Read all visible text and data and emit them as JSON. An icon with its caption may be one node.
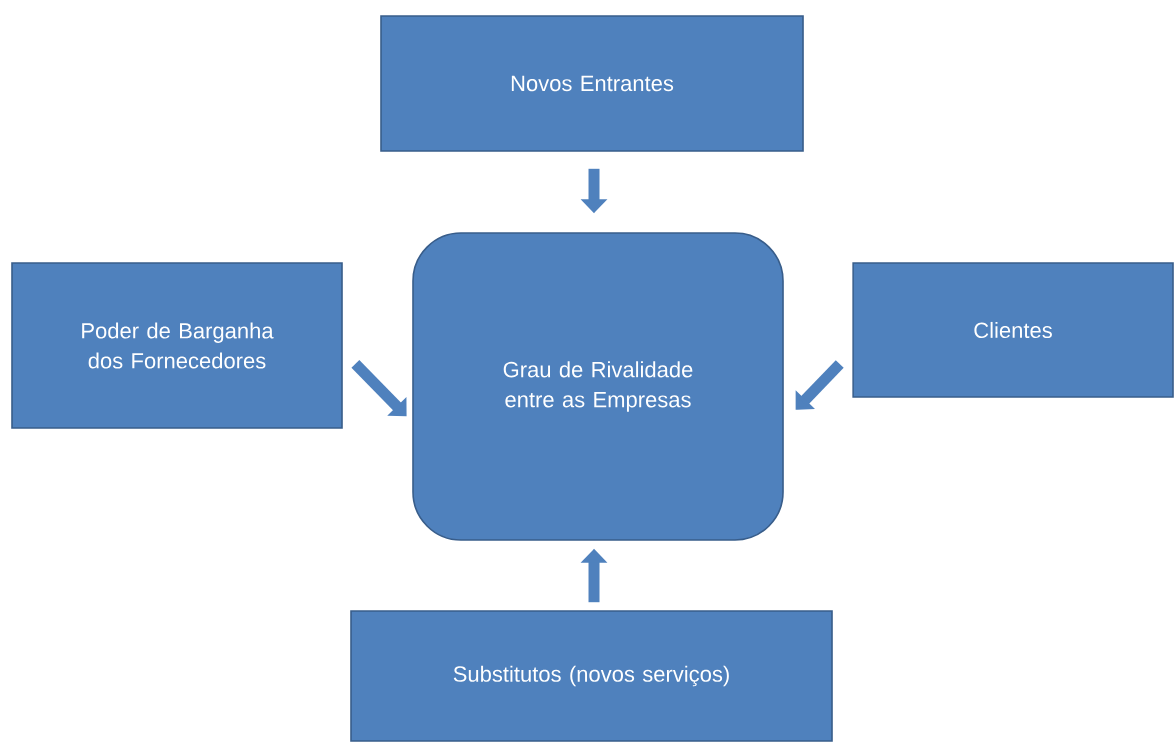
{
  "diagram": {
    "nodes": [
      {
        "text": [
          "Novos Entrantes"
        ]
      },
      {
        "text": [
          "Poder de Barganha dos Fornecedores"
        ]
      },
      {
        "text": [
          "Grau de Rivalidade entre as Empresas"
        ]
      },
      {
        "text": [
          "Clientes"
        ]
      },
      {
        "text": [
          "Substitutos (novos serviços)"
        ]
      }
    ],
    "edges": [
      {
        "from": 0,
        "to": 2,
        "arrow": "to"
      },
      {
        "from": 1,
        "to": 2,
        "arrow": "to"
      },
      {
        "from": 3,
        "to": 2,
        "arrow": "to"
      },
      {
        "from": 4,
        "to": 2,
        "arrow": "to"
      }
    ]
  }
}
